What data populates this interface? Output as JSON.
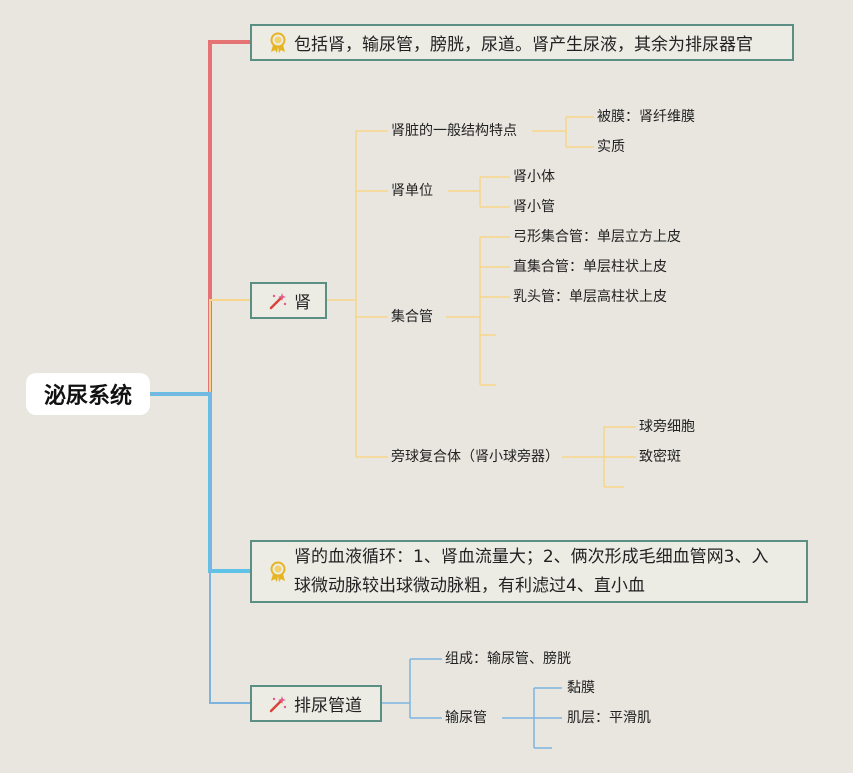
{
  "root": "泌尿系统",
  "branches": {
    "summary": {
      "text": "包括肾，输尿管，膀胱，尿道。肾产生尿液，其余为排尿器官",
      "icon": "award-ribbon-icon"
    },
    "kidney": {
      "text": "肾",
      "icon": "magic-wand-icon",
      "general": {
        "label": "肾脏的一般结构特点",
        "children": [
          "被膜：肾纤维膜",
          "实质"
        ]
      },
      "nephron": {
        "label": "肾单位",
        "children": [
          "肾小体",
          "肾小管"
        ]
      },
      "collecting": {
        "label": "集合管",
        "children": [
          "弓形集合管：单层立方上皮",
          "直集合管：单层柱状上皮",
          "乳头管：单层高柱状上皮"
        ]
      },
      "juxta": {
        "label": "旁球复合体（肾小球旁器）",
        "children": [
          "球旁细胞",
          "致密斑"
        ]
      }
    },
    "blood": {
      "text_line1": "肾的血液循环：1、肾血流量大；2、俩次形成毛细血管网3、入",
      "text_line2": "球微动脉较出球微动脉粗，有利滤过4、直小血",
      "icon": "award-ribbon-icon"
    },
    "drainage": {
      "text": "排尿管道",
      "icon": "magic-wand-icon",
      "composition": "组成：输尿管、膀胱",
      "ureter": {
        "label": "输尿管",
        "children": [
          "黏膜",
          "肌层：平滑肌"
        ]
      }
    }
  },
  "colors": {
    "background": "#e8e6df",
    "summary_branch": "#e57373",
    "kidney_branch": "#f7d58a",
    "blood_branch": "#5ec3e6",
    "drainage_branch": "#7eb3e0",
    "box_border": "#5b8f84"
  }
}
